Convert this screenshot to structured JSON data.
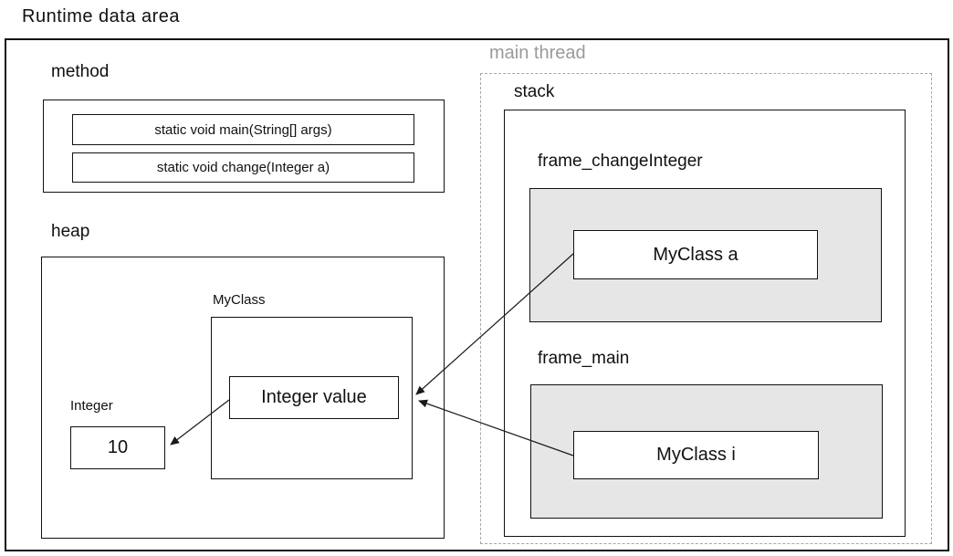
{
  "title": "Runtime data area",
  "colors": {
    "border": "#111111",
    "frame_fill": "#e6e6e6",
    "thread_label": "#9a9a9a",
    "dashed_border": "#a6a6a6"
  },
  "method_area": {
    "label": "method",
    "methods": [
      "static void main(String[] args)",
      "static void change(Integer a)"
    ]
  },
  "heap": {
    "label": "heap",
    "myclass": {
      "label": "MyClass",
      "field": "Integer value"
    },
    "integer": {
      "label": "Integer",
      "value": "10"
    }
  },
  "thread": {
    "label": "main thread",
    "stack": {
      "label": "stack",
      "frames": [
        {
          "label": "frame_changeInteger",
          "variable": "MyClass a"
        },
        {
          "label": "frame_main",
          "variable": "MyClass i"
        }
      ]
    }
  },
  "edges": [
    {
      "from": "MyClass a",
      "to": "MyClass object in heap"
    },
    {
      "from": "MyClass i",
      "to": "MyClass object in heap"
    },
    {
      "from": "Integer value",
      "to": "Integer 10 object in heap"
    }
  ]
}
